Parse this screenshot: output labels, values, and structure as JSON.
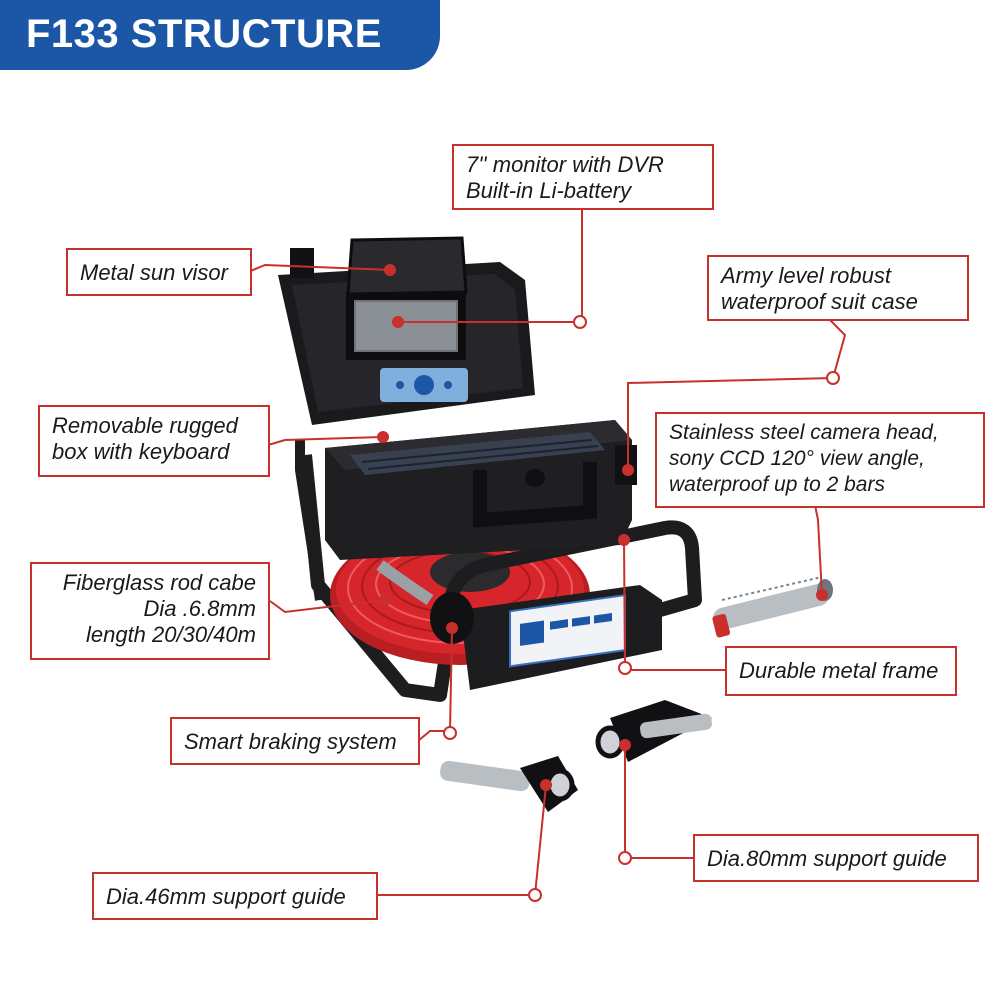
{
  "header": {
    "title": "F133 STRUCTURE"
  },
  "colors": {
    "banner": "#1b57a6",
    "callout_border": "#c9302c",
    "cable_red": "#d7262b",
    "case_black": "#1d1d1f"
  },
  "callouts": {
    "monitor": {
      "lines": [
        "7'' monitor with DVR",
        "Built-in Li-battery"
      ]
    },
    "sun_visor": {
      "lines": [
        "Metal sun visor"
      ]
    },
    "suit_case": {
      "lines": [
        "Army level robust",
        "waterproof suit case"
      ]
    },
    "keyboard_box": {
      "lines": [
        "Removable rugged",
        "box with keyboard"
      ]
    },
    "camera_head": {
      "lines": [
        "Stainless steel camera head,",
        "sony CCD 120° view angle,",
        "waterproof up to 2 bars"
      ]
    },
    "fiberglass_rod": {
      "lines": [
        "Fiberglass rod cabe",
        "Dia .6.8mm",
        "length 20/30/40m"
      ]
    },
    "metal_frame": {
      "lines": [
        "Durable metal frame"
      ]
    },
    "braking_system": {
      "lines": [
        "Smart braking system"
      ]
    },
    "guide_80": {
      "lines": [
        "Dia.80mm support guide"
      ]
    },
    "guide_46": {
      "lines": [
        "Dia.46mm support guide"
      ]
    }
  }
}
